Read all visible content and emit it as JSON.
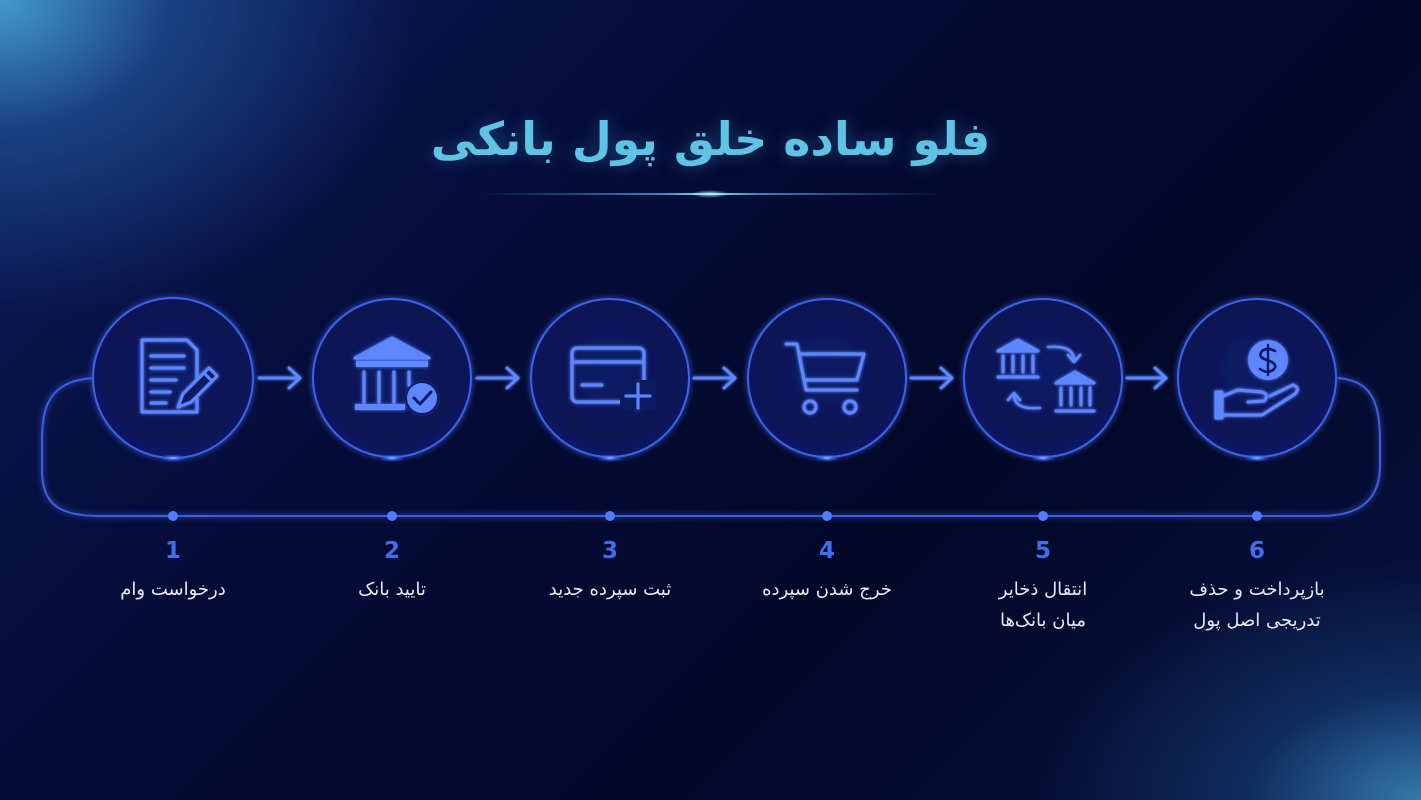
{
  "title": "فلو ساده خلق پول بانکی",
  "steps": [
    {
      "number": "1",
      "label_line1": "درخواست وام",
      "label_line2": "",
      "icon": "document-pen-icon"
    },
    {
      "number": "2",
      "label_line1": "تایید بانک",
      "label_line2": "",
      "icon": "bank-check-icon"
    },
    {
      "number": "3",
      "label_line1": "ثبت سپرده جدید",
      "label_line2": "",
      "icon": "card-plus-icon"
    },
    {
      "number": "4",
      "label_line1": "خرج شدن سپرده",
      "label_line2": "",
      "icon": "shopping-cart-icon"
    },
    {
      "number": "5",
      "label_line1": "انتقال ذخایر",
      "label_line2": "میان بانک‌ها",
      "icon": "bank-transfer-icon"
    },
    {
      "number": "6",
      "label_line1": "بازپرداخت و حذف",
      "label_line2": "تدریجی اصل پول",
      "icon": "hand-coin-icon"
    }
  ],
  "colors": {
    "accent": "#3f6ff0",
    "title": "#5fc3e6",
    "line": "#3a5fe0",
    "icon": "#5d86ff",
    "text": "#e6ebf7"
  }
}
